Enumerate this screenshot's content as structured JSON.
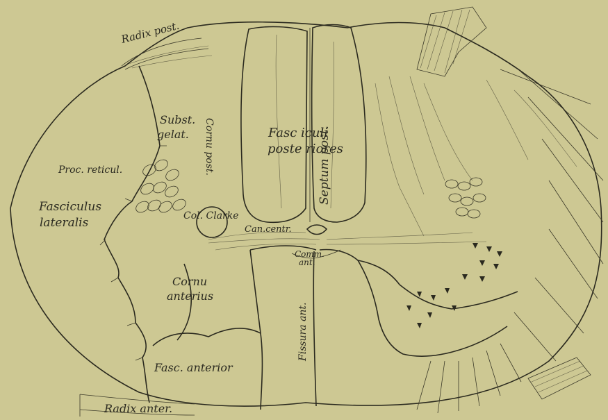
{
  "labels": {
    "radix_post": "Radix post.",
    "subst_gelat_1": "Subst.",
    "subst_gelat_2": "gelat.",
    "cornu_post": "Cornu post.",
    "fasciculi_1": "Fasc iculi",
    "fasciculi_2": "poste riores",
    "septum_post": "Septum post.",
    "proc_reticul": "Proc. reticul.",
    "fasc_lat_1": "Fasciculus",
    "fasc_lat_2": "lateralis",
    "col_clarke": "Col. Clarke",
    "can_centr": "Can.centr.",
    "comm_ant_1": "Comm.",
    "comm_ant_2": "ant.",
    "cornu_ant_1": "Cornu",
    "cornu_ant_2": "anterius",
    "fissura_ant": "Fissura ant.",
    "fasc_anterior": "Fasc. anterior",
    "radix_anter": "Radix anter."
  }
}
